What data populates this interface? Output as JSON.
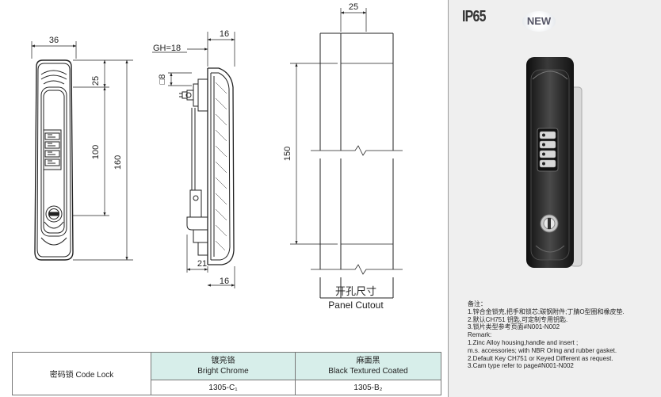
{
  "drawing": {
    "dimensions": {
      "front_width": "36",
      "front_top": "25",
      "front_slot": "100",
      "front_height": "160",
      "side_gh": "GH=18",
      "side_top_depth": "16",
      "side_square": "□8",
      "side_bottom_21": "21",
      "side_bottom_16": "16",
      "cutout_width": "25",
      "cutout_height": "150"
    },
    "cutout_label_cn": "开孔尺寸",
    "cutout_label_en": "Panel Cutout"
  },
  "side_panel": {
    "ip_rating": "IP65",
    "new_badge": "NEW",
    "notes": [
      "备注：",
      "1.锌合金锁壳,把手和锁芯;碳钢附件;丁腈O型圈和橡皮垫.",
      "2.默认CH751 钥匙,可定制专用钥匙.",
      "3.锁片类型参考页面#N001-N002",
      "Remark:",
      "1.Zinc Alloy housing,handle and insert ;",
      "m.s. accessories; with NBR Oring and rubber gasket.",
      "2.Default Key CH751 or Keyed Different as request.",
      "3.Cam type refer to page#N001-N002"
    ]
  },
  "spec_table": {
    "product": "密码锁 Code Lock",
    "finish_1_cn": "镀亮铬",
    "finish_1_en": "Bright Chrome",
    "finish_2_cn": "麻面黑",
    "finish_2_en": "Black Textured Coated",
    "code_1": "1305-C₁",
    "code_2": "1305-B₂"
  },
  "colors": {
    "header_fill": "#d7eeea",
    "side_bg": "#efefef",
    "lock_body": "#1e1e1e"
  }
}
